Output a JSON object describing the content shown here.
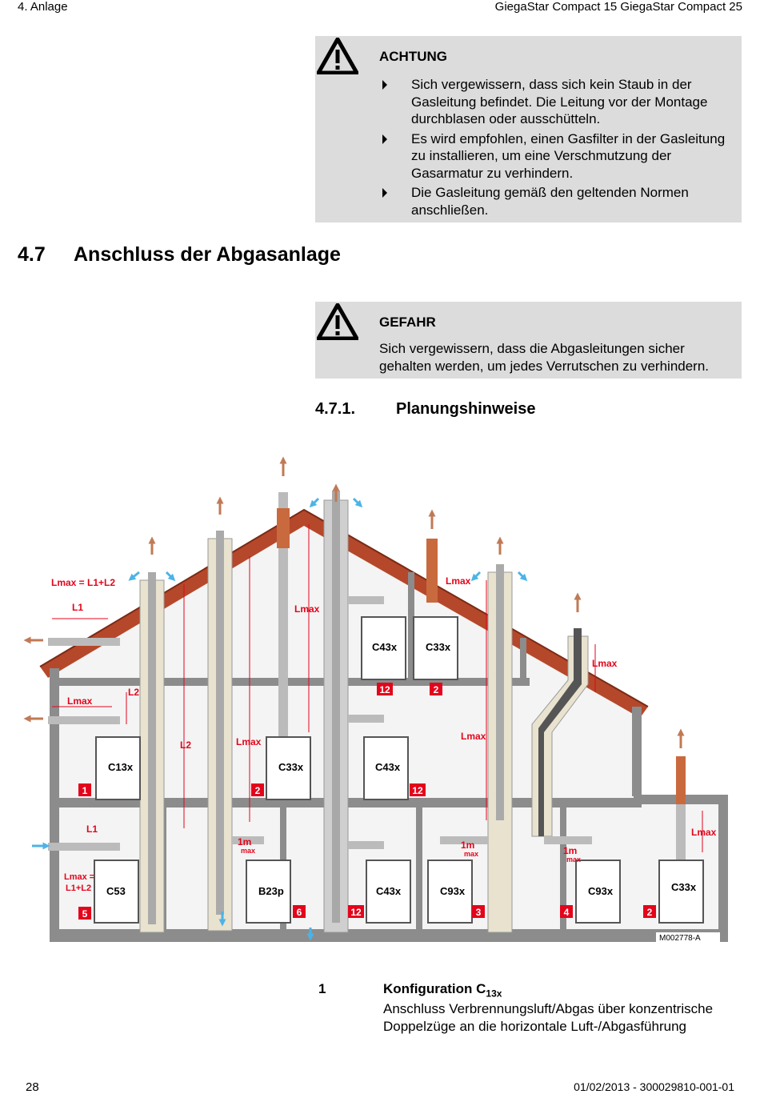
{
  "header": {
    "chapter": "4.  Anlage",
    "product": "GiegaStar Compact 15 GiegaStar Compact 25"
  },
  "notice_achtung": {
    "title": "ACHTUNG",
    "items": [
      "Sich vergewissern, dass sich kein Staub in der Gasleitung befindet. Die Leitung vor der Montage durchblasen oder ausschütteln.",
      "Es wird empfohlen, einen Gasfilter in der Gasleitung zu installieren, um eine Verschmutzung der Gasarmatur zu verhindern.",
      "Die Gasleitung gemäß den geltenden Normen anschließen."
    ]
  },
  "section": {
    "number": "4.7",
    "title": "Anschluss der Abgasanlage"
  },
  "notice_gefahr": {
    "title": "GEFAHR",
    "text": "Sich vergewissern, dass die Abgasleitungen sicher gehalten werden, um jedes Verrutschen zu verhindern."
  },
  "subsection": {
    "number": "4.7.1.",
    "title": "Planungshinweise"
  },
  "diagram": {
    "reference": "M002778-A",
    "labels": {
      "lmax_formula": "Lmax = L1+L2",
      "lmax_formula_small_a": "Lmax =",
      "lmax_formula_small_b": "L1+L2",
      "l1": "L1",
      "l2": "L2",
      "lmax": "Lmax",
      "one_m": "1m",
      "max": "max"
    },
    "config_numbers": [
      "1",
      "2",
      "12",
      "2",
      "12",
      "5",
      "6",
      "12",
      "3",
      "4",
      "2"
    ],
    "boilers": [
      "C13x",
      "C33x",
      "C43x",
      "C43x",
      "C33x",
      "C53",
      "B23p",
      "C43x",
      "C93x",
      "C93x",
      "C33x"
    ],
    "colors": {
      "red": "#e3051b",
      "wall": "#888888",
      "roof": "#b5482a",
      "flue": "#c96a3e",
      "air_arrow": "#4db3e6",
      "exhaust_arrow": "#c07a55"
    }
  },
  "legend": {
    "number": "1",
    "title": "Konfiguration C",
    "title_sub": "13x",
    "text": "Anschluss Verbrennungsluft/Abgas über konzentrische Doppelzüge an die horizontale Luft-/Abgasführung"
  },
  "footer": {
    "page": "28",
    "doc": "01/02/2013 - 300029810-001-01"
  }
}
